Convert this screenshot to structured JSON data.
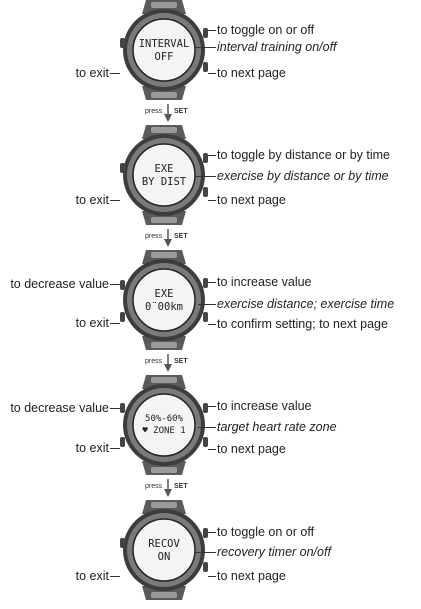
{
  "press": {
    "word": "press",
    "key": "SET"
  },
  "steps": [
    {
      "lcd1": "INTERVAL",
      "lcd2": "OFF",
      "right_top": "to toggle on or off",
      "right_mid": "interval training  on/off",
      "right_bot": "to next page",
      "left_top": "",
      "left_bot": "to exit"
    },
    {
      "lcd1": "EXE",
      "lcd2": "BY DIST",
      "right_top": "to toggle by distance or by time",
      "right_mid": "exercise by distance or by time",
      "right_bot": "to next page",
      "left_top": "",
      "left_bot": "to exit"
    },
    {
      "lcd1": "EXE",
      "lcd2": "0¨00km",
      "right_top": "to increase value",
      "right_mid": "exercise distance; exercise time",
      "right_bot": "to confirm setting; to next page",
      "left_top": "to decrease value",
      "left_bot": "to exit"
    },
    {
      "lcd1": "50%-60%",
      "lcd2": "♥ ZONE 1",
      "right_top": "to increase value",
      "right_mid": "target heart rate zone",
      "right_bot": "to next page",
      "left_top": "to decrease value",
      "left_bot": "to exit"
    },
    {
      "lcd1": "RECOV",
      "lcd2": "ON",
      "right_top": "to toggle on or off",
      "right_mid": "recovery timer on/off",
      "right_bot": "to next page",
      "left_top": "",
      "left_bot": "to exit"
    }
  ]
}
